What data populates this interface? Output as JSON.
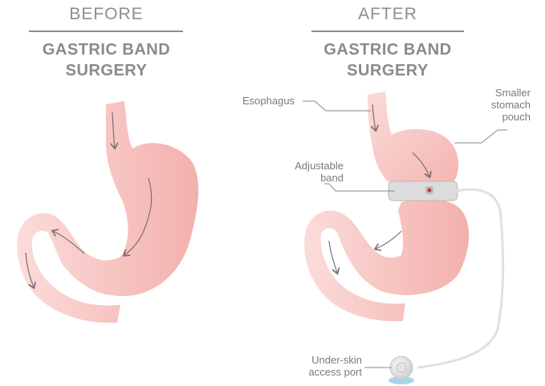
{
  "before": {
    "heading": "BEFORE",
    "title_line1": "GASTRIC BAND",
    "title_line2": "SURGERY"
  },
  "after": {
    "heading": "AFTER",
    "title_line1": "GASTRIC BAND",
    "title_line2": "SURGERY"
  },
  "labels": {
    "esophagus": "Esophagus",
    "band_line1": "Adjustable",
    "band_line2": "band",
    "pouch_line1": "Smaller",
    "pouch_line2": "stomach",
    "pouch_line3": "pouch",
    "port_line1": "Under-skin",
    "port_line2": "access port"
  },
  "colors": {
    "stomach_light": "#f9d2cf",
    "stomach_dark": "#f2a9a6",
    "heading_gray": "#8e8e8e",
    "band_gray": "#d9d9d9"
  },
  "icons": [
    "flow-arrow-icon",
    "band-icon",
    "port-icon"
  ]
}
